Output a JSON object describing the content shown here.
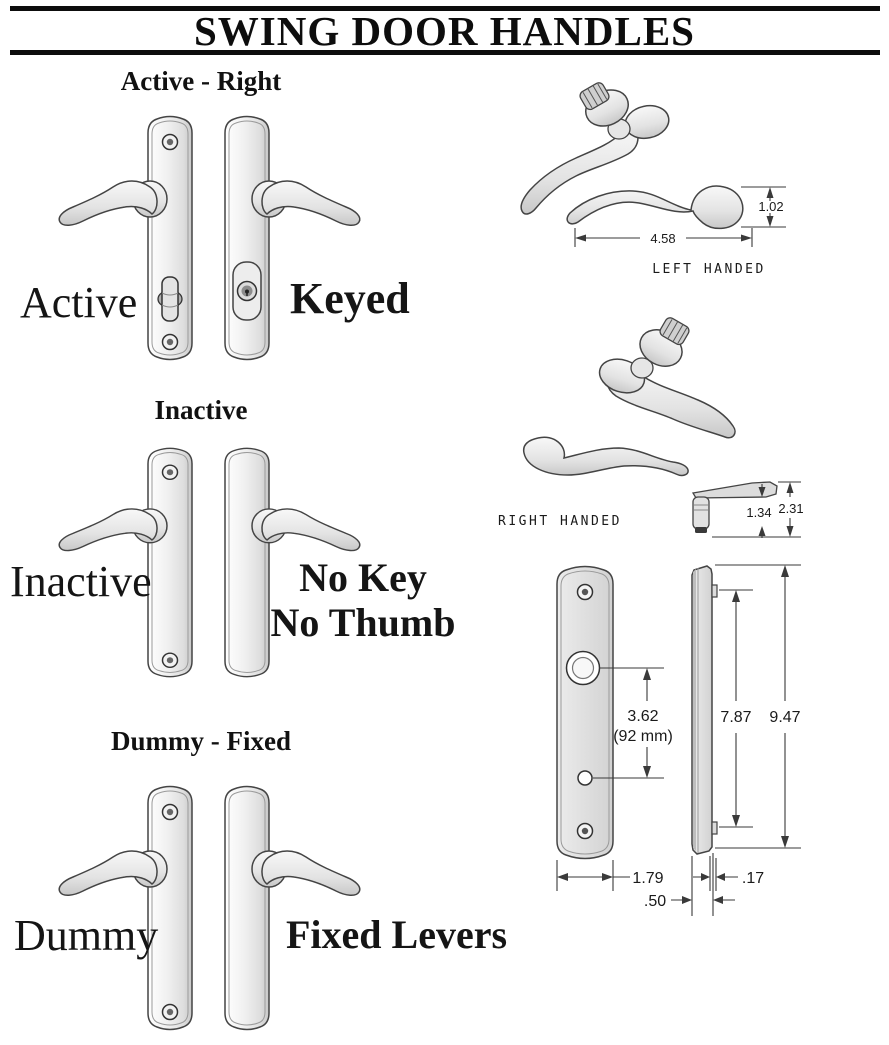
{
  "title": "SWING DOOR HANDLES",
  "sections": [
    {
      "heading": "Active - Right",
      "left_label": "Active",
      "right_label": "Keyed"
    },
    {
      "heading": "Inactive",
      "left_label": "Inactive",
      "right_label_lines": [
        "No Key",
        "No Thumb"
      ]
    },
    {
      "heading": "Dummy - Fixed",
      "left_label": "Dummy",
      "right_label": "Fixed Levers"
    }
  ],
  "handing_diagrams": {
    "left": {
      "caption": "LEFT HANDED",
      "length_dim": "4.58",
      "height_dim": "1.02"
    },
    "right": {
      "caption": "RIGHT HANDED",
      "post_dim": "1.34",
      "overall_dim": "2.31"
    }
  },
  "plate_drawing": {
    "hole_spacing": "3.62",
    "hole_spacing_metric": "(92 mm)",
    "inner_height": "7.87",
    "overall_height": "9.47",
    "plate_width": "1.79",
    "flange_depth": ".17",
    "overall_depth": ".50"
  },
  "colors": {
    "ink": "#0d0d0d",
    "line": "#3a3a3a",
    "metal_light": "#f7f7f7",
    "metal_dark": "#c6c6c6"
  }
}
